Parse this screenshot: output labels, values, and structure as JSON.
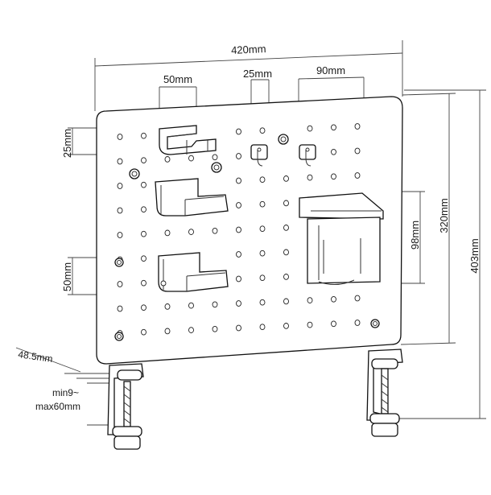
{
  "dimensions": {
    "panel_width": "420mm",
    "panel_height": "320mm",
    "total_height": "403mm",
    "shelf_width": "50mm",
    "shelf_depth": "25mm",
    "hook_width": "25mm",
    "cup_width": "90mm",
    "cup_height": "98mm",
    "lower_shelf": "50mm",
    "clamp_offset": "48.5mm",
    "clamp_range_line1": "min9~",
    "clamp_range_line2": "max60mm"
  },
  "colors": {
    "line": "#111111",
    "dimension_line": "#444444",
    "background": "#ffffff"
  }
}
